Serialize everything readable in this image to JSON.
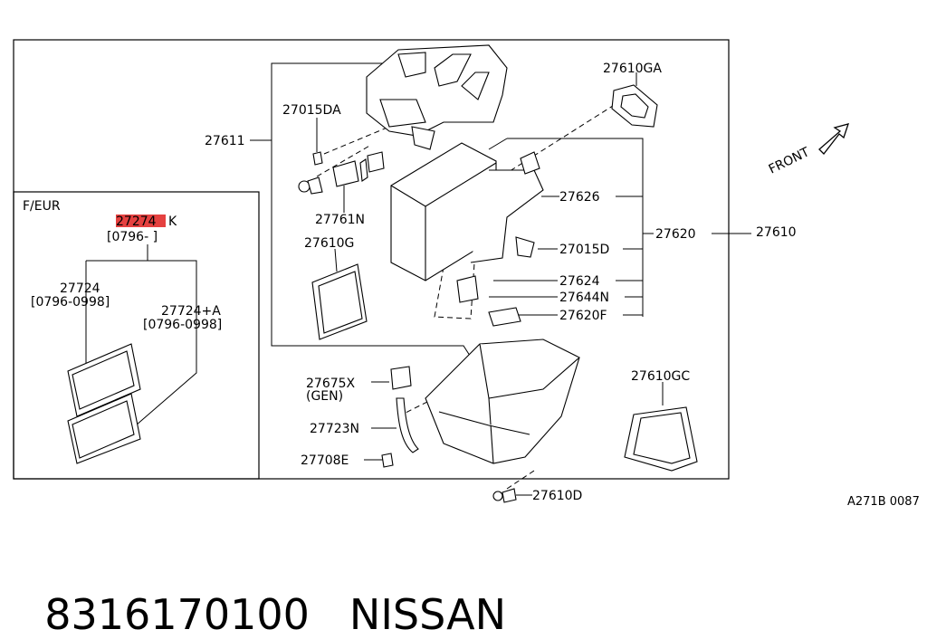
{
  "labels": {
    "p27611": "27611",
    "p27015DA": "27015DA",
    "p27761N": "27761N",
    "p27610G": "27610G",
    "p27610GA": "27610GA",
    "p27626": "27626",
    "p27620": "27620",
    "p27610": "27610",
    "p27015D": "27015D",
    "p27624": "27624",
    "p27644N": "27644N",
    "p27620F": "27620F",
    "p27675X": "27675X",
    "gen": "(GEN)",
    "p27723N": "27723N",
    "p27708E": "27708E",
    "p27610D": "27610D",
    "p27610GC": "27610GC",
    "front": "FRONT",
    "drawing_code": "A271B 0087"
  },
  "inset": {
    "title": "F/EUR",
    "part_main_strike": "27274",
    "part_main_suffix": "K",
    "part_main_range": "[0796-   ]",
    "p27724": "27724",
    "p27724_range": "[0796-0998]",
    "p27724A": "27724+A",
    "p27724A_range": "[0796-0998]"
  },
  "footer": {
    "part_number": "8316170100",
    "brand": "NISSAN"
  },
  "colors": {
    "highlight": "#e0201f",
    "line": "#000000"
  }
}
